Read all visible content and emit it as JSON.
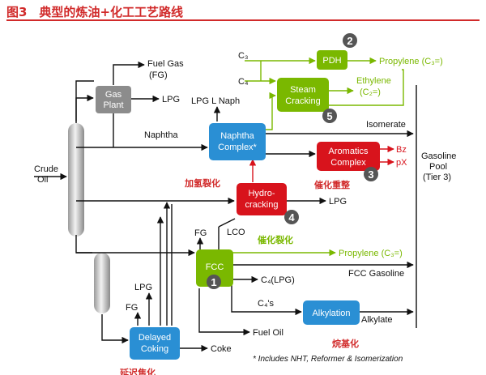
{
  "title": "图3　典型的炼油+化工工艺路线",
  "units": {
    "gas_plant": [
      "Gas",
      "Plant"
    ],
    "naphtha_complex": [
      "Naphtha",
      "Complex*"
    ],
    "pdh": [
      "PDH"
    ],
    "steam_cracking": [
      "Steam",
      "Cracking"
    ],
    "aromatics_complex": [
      "Aromatics",
      "Complex"
    ],
    "hydrocracking": [
      "Hydro-",
      "cracking"
    ],
    "fcc": [
      "FCC"
    ],
    "delayed_coking": [
      "Delayed",
      "Coking"
    ],
    "alkylation": [
      "Alkylation"
    ]
  },
  "streams": {
    "crude_oil": [
      "Crude",
      "Oil"
    ],
    "fuel_gas": "Fuel Gas",
    "fuel_gas_abbr": "(FG)",
    "lpg": "LPG",
    "naphtha": "Naphtha",
    "lpg_l_naph": "LPG L Naph",
    "c3": "C₃",
    "c4": "C₄",
    "propylene_top": "Propylene (C₃=)",
    "ethylene": "Ethylene",
    "ethylene_sub": "(C₂=)",
    "isomerate": "Isomerate",
    "bz": "Bz",
    "px": "pX",
    "gasoline_pool": [
      "Gasoline",
      "Pool",
      "(Tier 3)"
    ],
    "lpg_hc": "LPG",
    "fg_fcc": "FG",
    "lco": "LCO",
    "propylene_fcc": "Propylene (C₃=)",
    "fcc_gasoline": "FCC Gasoline",
    "c4_lpg": "C₄(LPG)",
    "c4s": "C₄'s",
    "alkylate": "Alkylate",
    "lpg_coker": "LPG",
    "fg_coker": "FG",
    "fuel_oil": "Fuel Oil",
    "coke": "Coke"
  },
  "chinese_labels": {
    "hydrotreating": "加氢裂化",
    "reforming": "催化重整",
    "catalytic_cracking": "催化裂化",
    "alkylation": "烷基化",
    "delayed_coking": "延迟焦化"
  },
  "badges": [
    "1",
    "2",
    "3",
    "4",
    "5"
  ],
  "footnote": "* Includes NHT, Reformer & Isomerization",
  "colors": {
    "title_red": "#d12a2a",
    "gray_unit": "#8c8c8c",
    "blue_unit": "#2a8fd4",
    "green_unit": "#7ab800",
    "red_unit": "#d8131c",
    "badge": "#555555"
  }
}
